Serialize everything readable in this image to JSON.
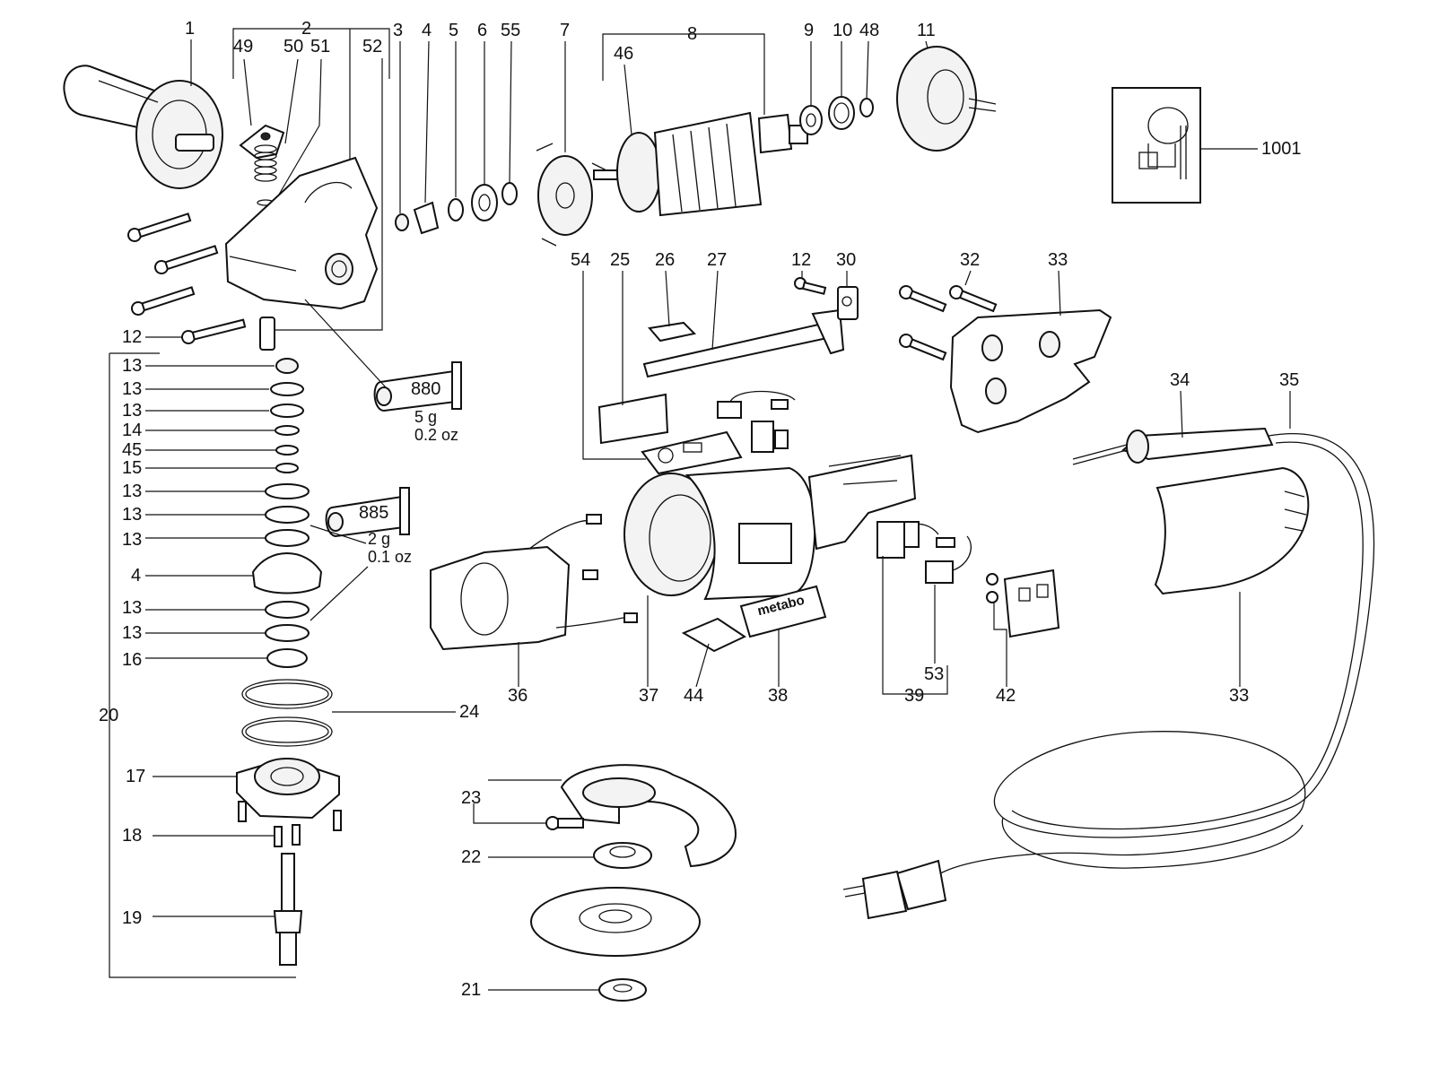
{
  "callouts": {
    "c1": "1",
    "c2": "2",
    "c3": "3",
    "c4": "4",
    "c5": "5",
    "c6": "6",
    "c55": "55",
    "c7": "7",
    "c8": "8",
    "c46": "46",
    "c9": "9",
    "c10": "10",
    "c48": "48",
    "c11": "11",
    "c49": "49",
    "c50": "50",
    "c51": "51",
    "c52": "52",
    "c1001": "1001",
    "c54": "54",
    "c25": "25",
    "c26": "26",
    "c27": "27",
    "c12b": "12",
    "c30": "30",
    "c32": "32",
    "c33a": "33",
    "c34": "34",
    "c35": "35",
    "c12a": "12",
    "s13a": "13",
    "s13b": "13",
    "s13c": "13",
    "s14": "14",
    "s45": "45",
    "s15": "15",
    "s13d": "13",
    "s13e": "13",
    "s13f": "13",
    "s4": "4",
    "s13g": "13",
    "s13h": "13",
    "s16": "16",
    "c20": "20",
    "c24": "24",
    "c17": "17",
    "c18": "18",
    "c19": "19",
    "c36": "36",
    "c37": "37",
    "c44": "44",
    "c38": "38",
    "c39": "39",
    "c53": "53",
    "c42": "42",
    "c33b": "33",
    "c23": "23",
    "c22": "22",
    "c21": "21"
  },
  "tubes": {
    "t880": {
      "code": "880",
      "amount_g": "5 g",
      "amount_oz": "0.2 oz"
    },
    "t885": {
      "code": "885",
      "amount_g": "2 g",
      "amount_oz": "0.1 oz"
    }
  },
  "brand_plate": "metabo"
}
